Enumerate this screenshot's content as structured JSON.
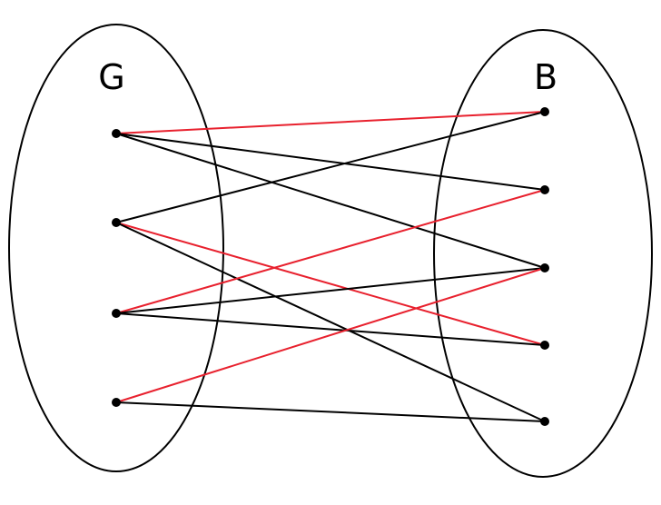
{
  "diagram": {
    "type": "bipartite-graph",
    "left_set": {
      "label": "G",
      "vertices": [
        "g1",
        "g2",
        "g3",
        "g4"
      ]
    },
    "right_set": {
      "label": "B",
      "vertices": [
        "b1",
        "b2",
        "b3",
        "b4",
        "b5"
      ]
    },
    "colors": {
      "matching": "#e8212e",
      "default": "#000000"
    },
    "edges": [
      {
        "from": "g1",
        "to": "b1",
        "matched": true
      },
      {
        "from": "g1",
        "to": "b2",
        "matched": false
      },
      {
        "from": "g1",
        "to": "b3",
        "matched": false
      },
      {
        "from": "g2",
        "to": "b1",
        "matched": false
      },
      {
        "from": "g2",
        "to": "b4",
        "matched": true
      },
      {
        "from": "g2",
        "to": "b5",
        "matched": false
      },
      {
        "from": "g3",
        "to": "b2",
        "matched": true
      },
      {
        "from": "g3",
        "to": "b3",
        "matched": false
      },
      {
        "from": "g3",
        "to": "b4",
        "matched": false
      },
      {
        "from": "g4",
        "to": "b3",
        "matched": true
      },
      {
        "from": "g4",
        "to": "b5",
        "matched": false
      }
    ]
  }
}
